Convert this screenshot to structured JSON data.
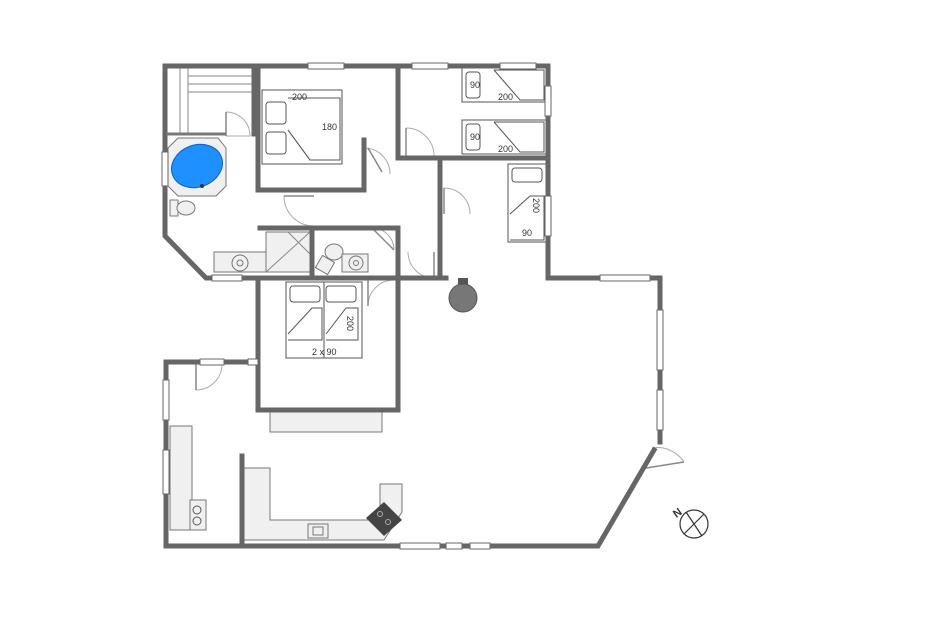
{
  "beds": {
    "master_length": "200",
    "master_width": "180",
    "twin_top_width": "90",
    "twin_top_length": "200",
    "twin_mid_width": "90",
    "twin_mid_length": "200",
    "single_right_length": "200",
    "single_right_width": "90",
    "double_width_label": "2 x 90",
    "double_length": "200"
  },
  "compass": {
    "label": "N"
  },
  "colors": {
    "wall": "#666666",
    "bathtub": "#1e90ff",
    "counter": "#f0f0f0",
    "hob": "#444444"
  }
}
